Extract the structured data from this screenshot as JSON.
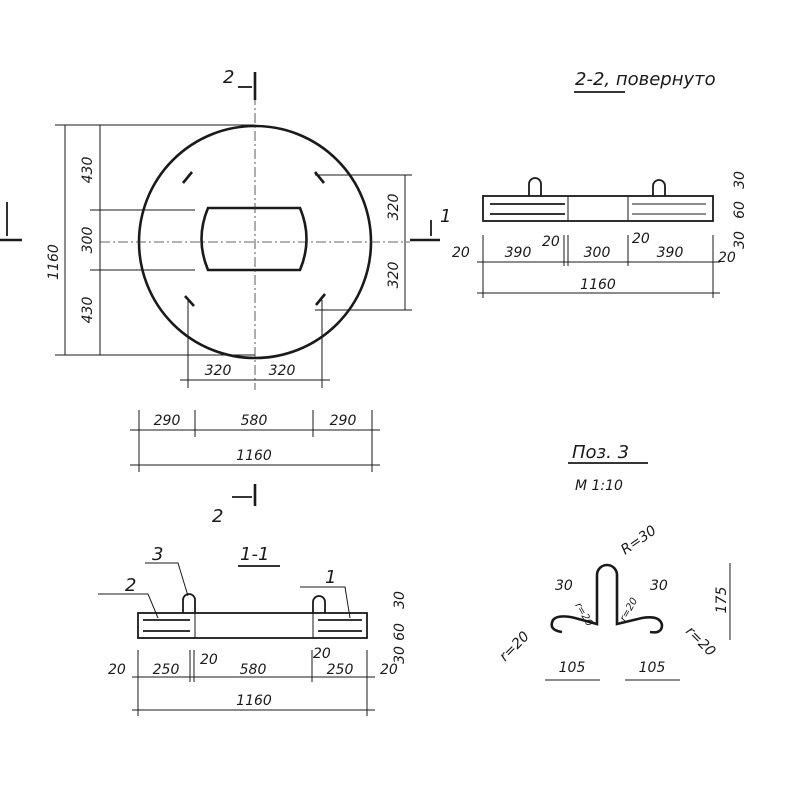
{
  "plan": {
    "section_mark_top": "2",
    "section_mark_bottom": "2",
    "section_mark_right": "1",
    "dims_left": [
      "430",
      "300",
      "430"
    ],
    "dim_overall_vertical": "1160",
    "dims_right": [
      "320",
      "320"
    ],
    "dims_bottom_inner": [
      "320",
      "320"
    ],
    "dims_bottom_row": [
      "290",
      "580",
      "290"
    ],
    "dim_overall_horizontal": "1160"
  },
  "section_2_2": {
    "title": "2-2, повернуто",
    "dims_row": [
      "20",
      "390",
      "20",
      "300",
      "20",
      "390",
      "20"
    ],
    "dim_overall": "1160",
    "dims_vertical": [
      "30",
      "60",
      "30"
    ]
  },
  "section_1_1": {
    "title": "1-1",
    "labels": [
      "3",
      "2",
      "1"
    ],
    "dims_row": [
      "20",
      "250",
      "20",
      "580",
      "20",
      "250",
      "20"
    ],
    "dim_overall": "1160",
    "dims_vertical": [
      "30",
      "60",
      "30"
    ]
  },
  "pos3": {
    "title": "Поз. 3",
    "scale": "М 1:10",
    "radius": "R=30",
    "dims": [
      "30",
      "30",
      "175",
      "105",
      "105"
    ],
    "bend_radii": [
      "r=20",
      "r=20",
      "r=20",
      "r=20"
    ]
  }
}
